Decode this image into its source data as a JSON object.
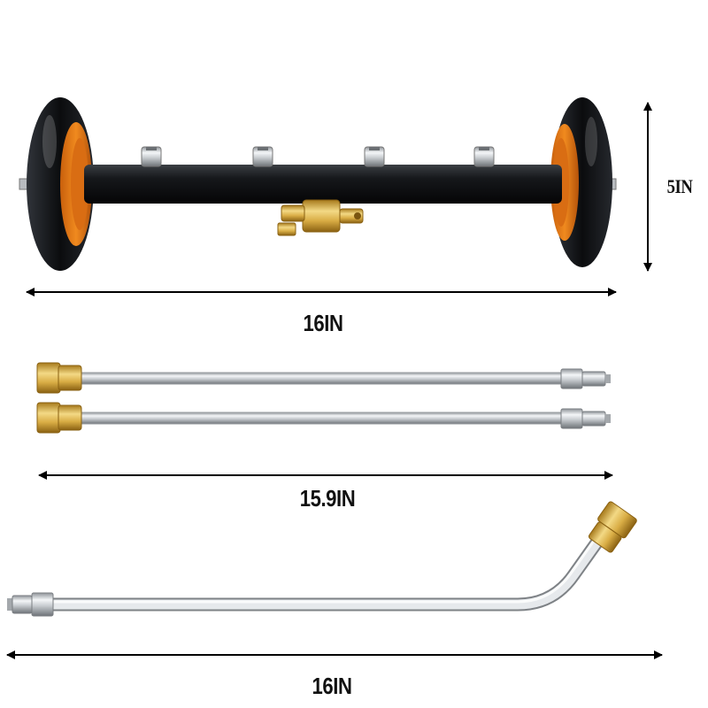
{
  "dimensions": {
    "cleaner_width": "16IN",
    "cleaner_height": "5IN",
    "straight_wands_length": "15.9IN",
    "bent_wand_length": "16IN"
  }
}
